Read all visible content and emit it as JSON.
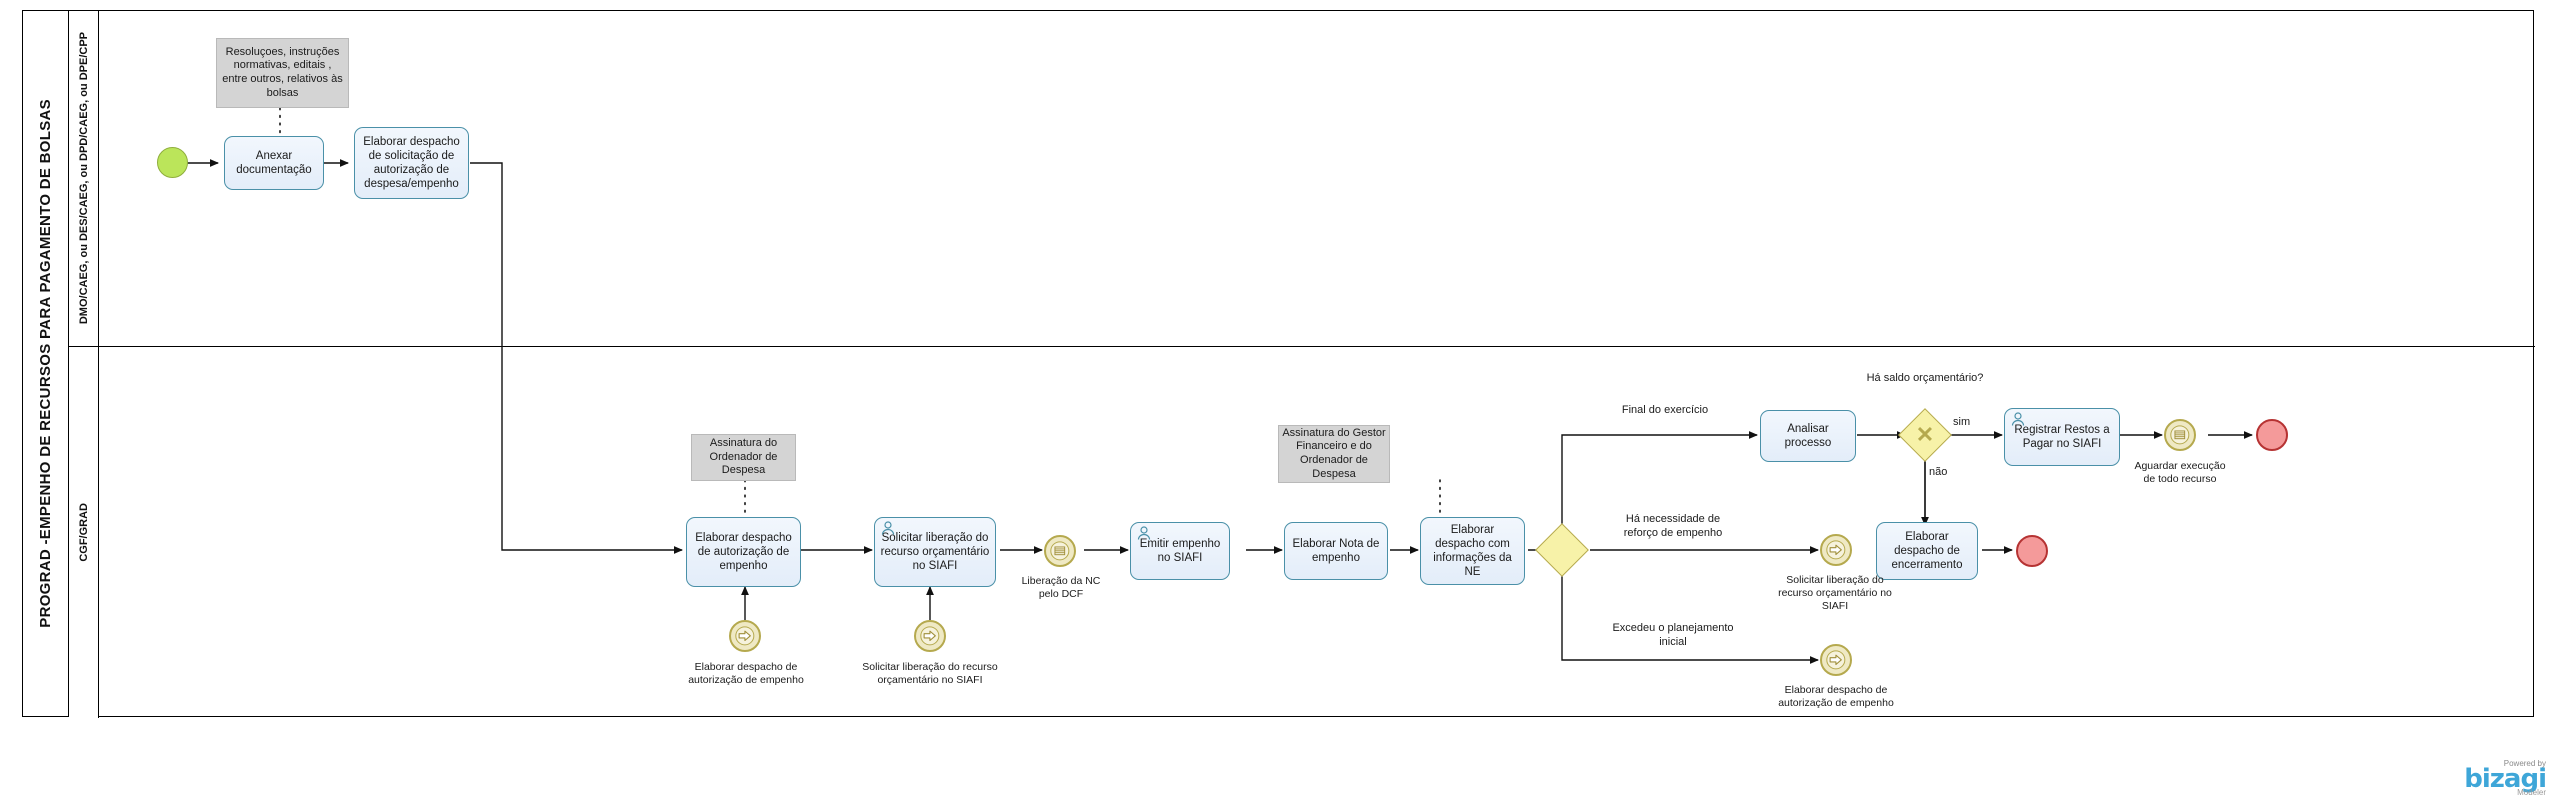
{
  "pool": {
    "title": "PROGRAD -EMPENHO DE RECURSOS PARA PAGAMENTO DE BOLSAS"
  },
  "lanes": [
    {
      "id": "lane-1",
      "title": "DMO/CAEG, ou DES/CAEG, ou DPD/CAEG, ou DPE/CPP"
    },
    {
      "id": "lane-2",
      "title": "CGF/GRAD"
    }
  ],
  "annotations": [
    {
      "id": "annot-bolsas",
      "text": "Resoluçoes, instruções normativas, editais , entre outros, relativos às bolsas"
    },
    {
      "id": "annot-assinatura-ordenador",
      "text": "Assinatura do Ordenador de Despesa"
    },
    {
      "id": "annot-assinatura-gestor",
      "text": "Assinatura do Gestor Financeiro e do Ordenador de Despesa"
    }
  ],
  "tasks": [
    {
      "id": "task-anexar-documentacao",
      "text": "Anexar documentação",
      "user": false
    },
    {
      "id": "task-elaborar-despacho-solicitacao",
      "text": "Elaborar despacho de solicitação de autorização de despesa/empenho",
      "user": false
    },
    {
      "id": "task-elaborar-despacho-autorizacao",
      "text": "Elaborar despacho de autorização de empenho",
      "user": false
    },
    {
      "id": "task-solicitar-liberacao-recurso",
      "text": "Solicitar liberação do recurso orçamentário no SIAFI",
      "user": true
    },
    {
      "id": "task-emitir-empenho",
      "text": "Emitir empenho no SIAFI",
      "user": true
    },
    {
      "id": "task-elaborar-nota-empenho",
      "text": "Elaborar Nota de empenho",
      "user": false
    },
    {
      "id": "task-elaborar-despacho-ne",
      "text": "Elaborar despacho com informações da NE",
      "user": false
    },
    {
      "id": "task-analisar-processo",
      "text": "Analisar processo",
      "user": false
    },
    {
      "id": "task-registrar-restos-pagar",
      "text": "Registrar Restos a Pagar no SIAFI",
      "user": true
    },
    {
      "id": "task-elaborar-despacho-encerramento",
      "text": "Elaborar despacho de encerramento",
      "user": false
    }
  ],
  "events": [
    {
      "id": "event-start",
      "type": "start",
      "label": ""
    },
    {
      "id": "event-liberacao-nc",
      "type": "intermediate-message",
      "label": "Liberação da NC pelo DCF"
    },
    {
      "id": "event-throw-elaborar-despacho-autorizacao",
      "type": "intermediate-link-throw",
      "label": "Elaborar despacho de autorização de empenho"
    },
    {
      "id": "event-throw-solicitar-liberacao",
      "type": "intermediate-link-throw",
      "label": "Solicitar liberação do recurso orçamentário no SIAFI"
    },
    {
      "id": "event-throw-solicitar-liberacao-2",
      "type": "intermediate-link-throw",
      "label": "Solicitar liberação do recurso orçamentário no SIAFI"
    },
    {
      "id": "event-throw-elaborar-despacho-autorizacao-2",
      "type": "intermediate-link-throw",
      "label": "Elaborar despacho de autorização de empenho"
    },
    {
      "id": "event-aguardar-execucao",
      "type": "intermediate-message",
      "label": "Aguardar execução de todo recurso"
    },
    {
      "id": "event-end-top",
      "type": "end",
      "label": ""
    },
    {
      "id": "event-end-bottom",
      "type": "end",
      "label": ""
    }
  ],
  "gateways": [
    {
      "id": "gateway-destino",
      "type": "exclusive-blank",
      "label": ""
    },
    {
      "id": "gateway-saldo",
      "type": "exclusive",
      "label": "Há saldo orçamentário?"
    }
  ],
  "flow_labels": [
    {
      "id": "flow-final-exercicio",
      "text": "Final do exercício"
    },
    {
      "id": "flow-necessidade-reforco",
      "text": "Há necessidade de reforço de empenho"
    },
    {
      "id": "flow-excedeu-planejamento",
      "text": "Excedeu o planejamento inicial"
    },
    {
      "id": "flow-sim",
      "text": "sim"
    },
    {
      "id": "flow-nao",
      "text": "não"
    }
  ],
  "brand": {
    "powered": "Powered by",
    "name": "bizagi",
    "product": "Modeler"
  },
  "colors": {
    "task_border": "#4a90a8",
    "task_fill": "#e9f1fb",
    "annotation_fill": "#d4d4d4",
    "start_fill": "#bbe55a",
    "end_fill": "#f49a9a",
    "end_border": "#b63333",
    "gateway_fill": "#f7f2a8",
    "gateway_border": "#b5a94e",
    "event_border": "#b5a94e",
    "brand_blue": "#3ea6d8"
  }
}
